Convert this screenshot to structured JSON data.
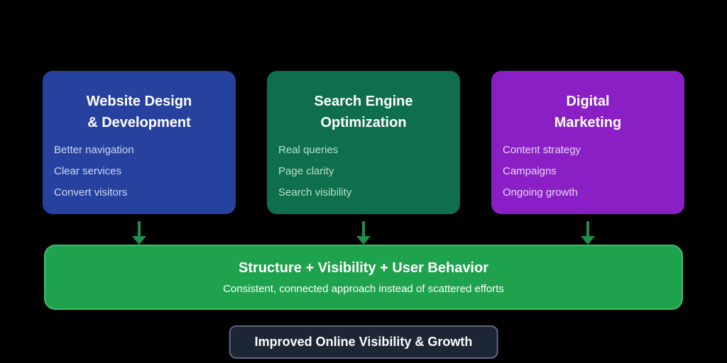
{
  "diagram": {
    "boxes": [
      {
        "title": "Website Design\n& Development",
        "items": [
          "Better navigation",
          "Clear services",
          "Convert visitors"
        ],
        "bg": "#27419e",
        "item_color": "#ccd8f2"
      },
      {
        "title": "Search Engine\nOptimization",
        "items": [
          "Real queries",
          "Page clarity",
          "Search visibility"
        ],
        "bg": "#0e6e4e",
        "item_color": "#b4e3c6"
      },
      {
        "title": "Digital\nMarketing",
        "items": [
          "Content strategy",
          "Campaigns",
          "Ongoing growth"
        ],
        "bg": "#8a1fc6",
        "item_color": "#e6d6f5"
      }
    ],
    "arrow_color": "#1f8f4a",
    "banner": {
      "title": "Structure + Visibility + User Behavior",
      "subtitle": "Consistent, connected approach instead of scattered efforts",
      "bg": "#1fa24d"
    },
    "result": {
      "label": "Improved Online Visibility & Growth"
    }
  }
}
